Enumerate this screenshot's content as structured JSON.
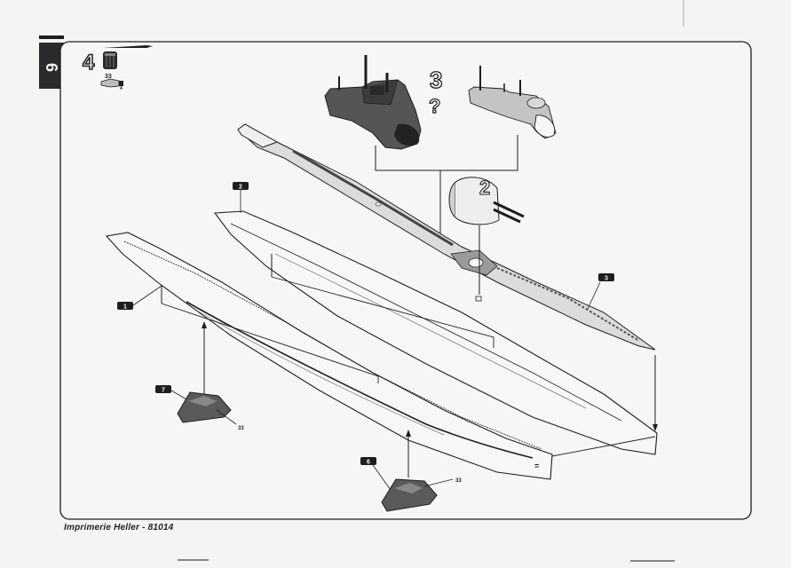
{
  "page": {
    "section_tab": "6",
    "step_number": "4",
    "paint_code": "33",
    "glue_tool_label": "4",
    "footer_text": "Imprimerie Heller - 81014"
  },
  "options": {
    "choice_number": "3",
    "choice_mark": "?"
  },
  "parts": {
    "hull_left": "1",
    "hull_right": "2",
    "deck": "3",
    "gun_detail": "2",
    "stand_rear": "7",
    "stand_front": "6",
    "stand_rear_paint": "33",
    "stand_front_paint": "33"
  },
  "colors": {
    "ink": "#1e1e1e",
    "tower_gray": "#555555",
    "paper": "#f4f4f2"
  }
}
